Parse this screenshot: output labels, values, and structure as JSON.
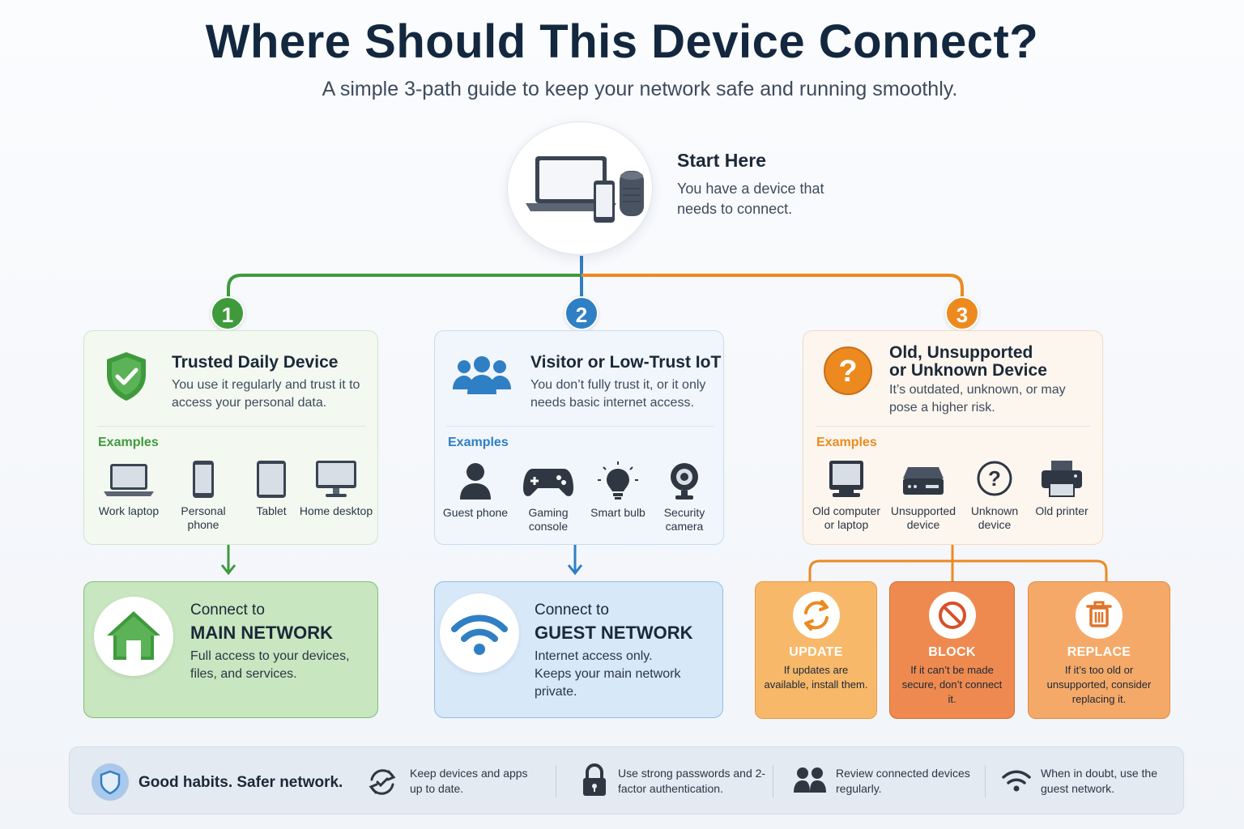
{
  "header": {
    "title": "Where Should This Device Connect?",
    "subtitle": "A simple 3-path guide to keep your network safe and running smoothly."
  },
  "start": {
    "title": "Start Here",
    "text": "You have a device that needs to connect.",
    "icon": "devices-icon"
  },
  "colors": {
    "green": "#3f9a3c",
    "blue": "#2f7fc4",
    "orange": "#ec8a1f"
  },
  "paths": [
    {
      "number": "1",
      "title": "Trusted Daily Device",
      "description": "You use it regularly and trust it to access your personal data.",
      "examples_label": "Examples",
      "examples": [
        "Work laptop",
        "Personal phone",
        "Tablet",
        "Home desktop"
      ],
      "destination": {
        "line1": "Connect to",
        "line2": "MAIN NETWORK",
        "description": "Full access to your devices, files, and services."
      }
    },
    {
      "number": "2",
      "title": "Visitor or Low-Trust IoT",
      "description": "You don’t fully trust it, or it only needs basic internet access.",
      "examples_label": "Examples",
      "examples": [
        "Guest phone",
        "Gaming console",
        "Smart bulb",
        "Security camera"
      ],
      "destination": {
        "line1": "Connect to",
        "line2": "GUEST NETWORK",
        "description_lines": [
          "Internet access only.",
          "Keeps your main network private."
        ]
      }
    },
    {
      "number": "3",
      "title_lines": [
        "Old, Unsupported",
        "or Unknown Device"
      ],
      "description": "It’s outdated, unknown, or may pose a higher risk.",
      "examples_label": "Examples",
      "examples": [
        "Old computer or laptop",
        "Unsupported device",
        "Unknown device",
        "Old printer"
      ],
      "actions": [
        {
          "title": "UPDATE",
          "description": "If updates are available, install them."
        },
        {
          "title": "BLOCK",
          "description": "If it can’t be made secure, don’t connect it."
        },
        {
          "title": "REPLACE",
          "description": "If it’s too old or unsupported, consider replacing it."
        }
      ]
    }
  ],
  "footer": {
    "title": "Good habits. Safer network.",
    "tips": [
      "Keep devices and apps up to date.",
      "Use strong passwords and 2-factor authentication.",
      "Review connected devices regularly.",
      "When in doubt, use the guest network."
    ]
  }
}
